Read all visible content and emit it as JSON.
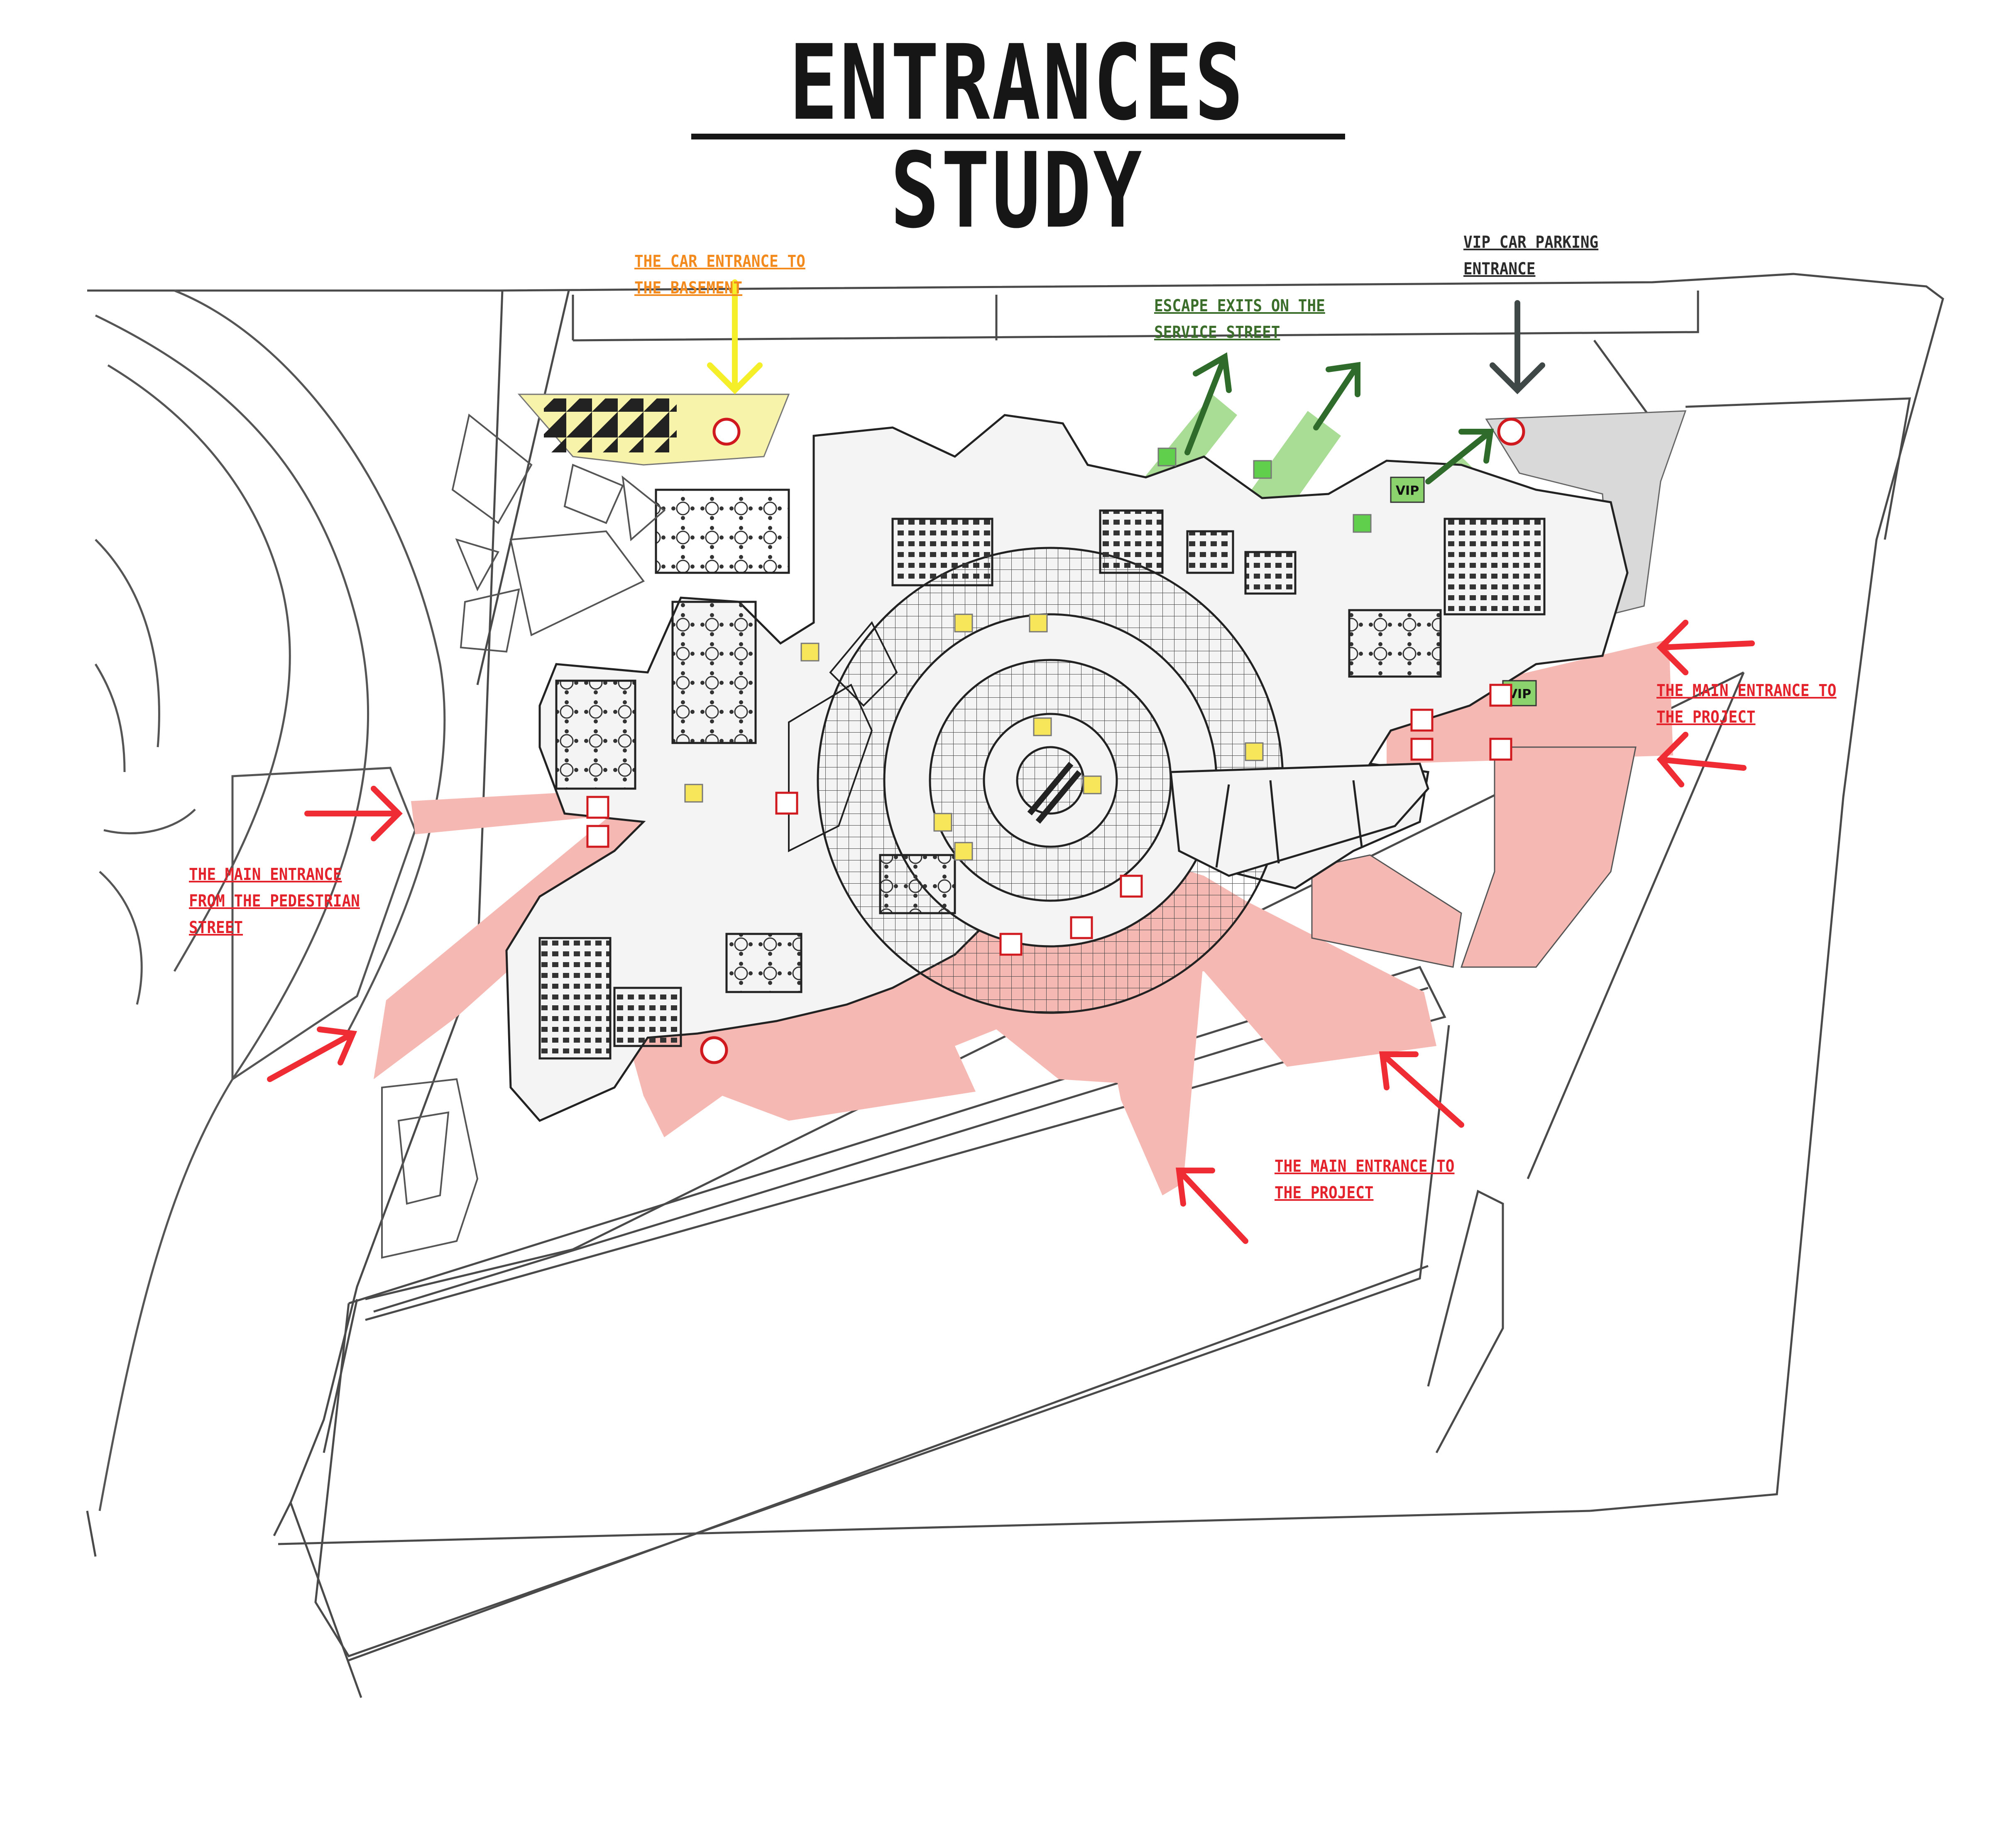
{
  "title": "ENTRANCES STUDY",
  "labels": {
    "car_basement": [
      "THE CAR ENTRANCE TO",
      "THE BASEMENT"
    ],
    "escape_exits": [
      "ESCAPE EXITS ON THE",
      "SERVICE STREET"
    ],
    "vip_parking": [
      "VIP CAR PARKING",
      "ENTRANCE"
    ],
    "main_entrance_right": [
      "THE MAIN ENTRANCE TO",
      "THE PROJECT"
    ],
    "main_entrance_pedestrian": [
      "THE MAIN ENTRANCE",
      "FROM THE PEDESTRIAN",
      "STREET"
    ],
    "main_entrance_bottom": [
      "THE MAIN ENTRANCE TO",
      "THE PROJECT"
    ]
  },
  "badges": {
    "vip": "VIP"
  },
  "colors": {
    "car_entrance": "#f5ef2a",
    "escape_exit": "#2f6b2a",
    "vip_parking": "#3f4747",
    "main_entrance": "#ef2b33",
    "pedestrian_zone": "#f6b8b2",
    "escape_zone": "#a9dd95",
    "parking_zone": "#d9d9d9",
    "basement_ramp_zone": "#f8f3aa"
  },
  "icons": [
    "arrow-icon",
    "car-icon",
    "wheelchair-icon",
    "pedestrian-icon",
    "exit-sign-icon",
    "stair-icon"
  ]
}
